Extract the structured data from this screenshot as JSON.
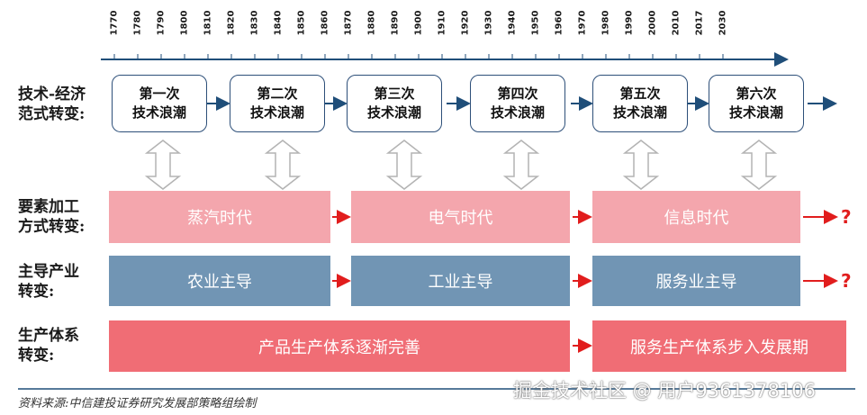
{
  "years": [
    "1770",
    "1780",
    "1790",
    "1800",
    "1810",
    "1820",
    "1830",
    "1840",
    "1850",
    "1860",
    "1870",
    "1880",
    "1890",
    "1900",
    "1910",
    "1920",
    "1930",
    "1940",
    "1950",
    "1960",
    "1970",
    "1980",
    "1990",
    "2000",
    "2010",
    "2017",
    "2030"
  ],
  "row_labels": {
    "tech": [
      "技术-经济",
      "范式转变:"
    ],
    "factor": [
      "要素加工",
      "方式转变:"
    ],
    "industry": [
      "主导产业",
      "转变:"
    ],
    "production": [
      "生产体系",
      "转变:"
    ]
  },
  "waves": [
    {
      "l1": "第一次",
      "l2": "技术浪潮"
    },
    {
      "l1": "第二次",
      "l2": "技术浪潮"
    },
    {
      "l1": "第三次",
      "l2": "技术浪潮"
    },
    {
      "l1": "第四次",
      "l2": "技术浪潮"
    },
    {
      "l1": "第五次",
      "l2": "技术浪潮"
    },
    {
      "l1": "第六次",
      "l2": "技术浪潮"
    }
  ],
  "factor_bars": [
    "蒸汽时代",
    "电气时代",
    "信息时代"
  ],
  "industry_bars": [
    "农业主导",
    "工业主导",
    "服务业主导"
  ],
  "production_bars": [
    "产品生产体系逐渐完善",
    "服务生产体系步入发展期"
  ],
  "unknown": "?",
  "colors": {
    "pink": "#f4a6ad",
    "blue": "#7195b4",
    "red": "#f06d75",
    "navy": "#1f4e79",
    "arrow_red": "#e11d1d"
  },
  "footer": "资料来源:中信建投证券研究发展部策略组绘制",
  "watermark": "掘金技术社区 @ 用户9361378106"
}
